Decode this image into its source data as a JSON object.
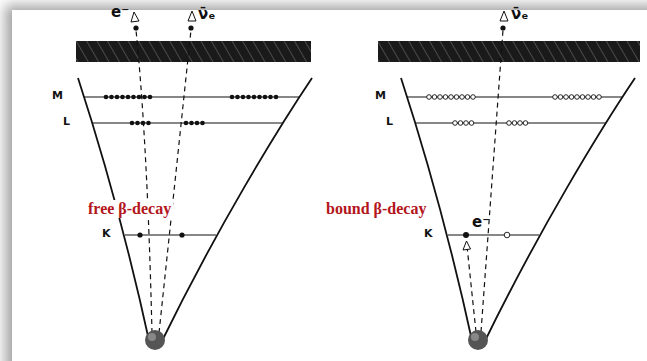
{
  "diagram": {
    "labels": [
      "e⁻",
      "ν̄ₑ",
      "ν̄ₑ",
      "M",
      "M",
      "L",
      "L",
      "free β-decay",
      "bound β-decay",
      "K",
      "K",
      "e⁻"
    ]
  }
}
